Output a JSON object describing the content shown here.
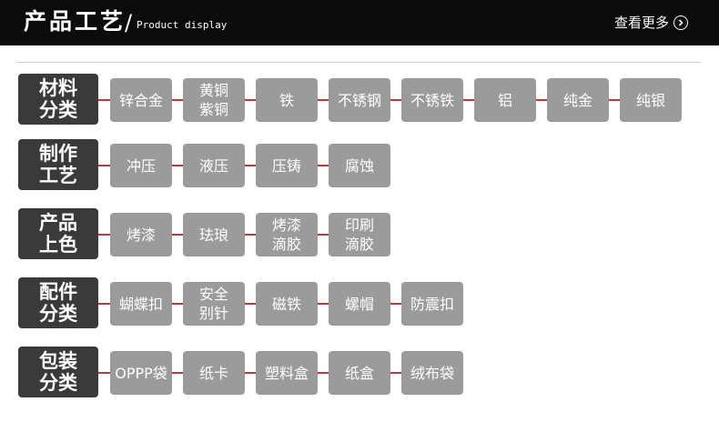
{
  "header": {
    "title": "产品工艺",
    "slash": "/",
    "subtitle": "Product display",
    "more_label": "查看更多"
  },
  "icons": {
    "more": "chevron-right-circle-icon"
  },
  "colors": {
    "header_bg": "#0b0b0b",
    "category_bg": "#3a3a3a",
    "item_bg": "#9b9b9b",
    "connector": "#b83a3a"
  },
  "rows": [
    {
      "category": "材料\n分类",
      "items": [
        "锌合金",
        "黄铜\n紫铜",
        "铁",
        "不锈钢",
        "不锈铁",
        "铝",
        "纯金",
        "纯银"
      ]
    },
    {
      "category": "制作\n工艺",
      "items": [
        "冲压",
        "液压",
        "压铸",
        "腐蚀"
      ]
    },
    {
      "category": "产品\n上色",
      "items": [
        "烤漆",
        "珐琅",
        "烤漆\n滴胶",
        "印刷\n滴胶"
      ]
    },
    {
      "category": "配件\n分类",
      "items": [
        "蝴蝶扣",
        "安全\n别针",
        "磁铁",
        "螺帽",
        "防震扣"
      ]
    },
    {
      "category": "包装\n分类",
      "items": [
        "OPPP袋",
        "纸卡",
        "塑料盒",
        "纸盒",
        "绒布袋"
      ]
    }
  ]
}
